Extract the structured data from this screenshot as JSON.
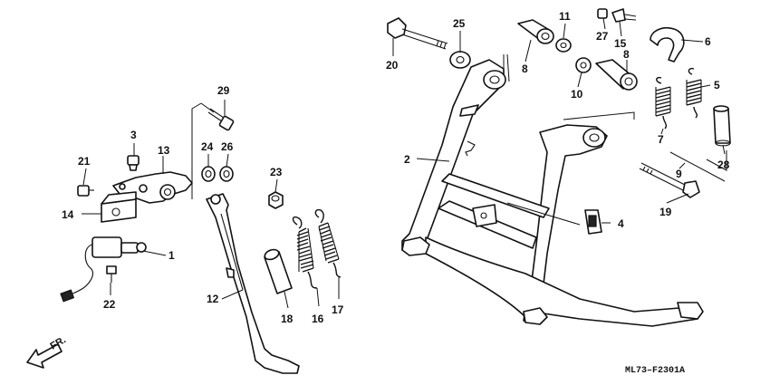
{
  "diagram": {
    "part_number": "ML73–F2301A",
    "direction_label": "FR.",
    "callouts": [
      "1",
      "2",
      "3",
      "4",
      "5",
      "6",
      "7",
      "8",
      "8",
      "9",
      "10",
      "11",
      "12",
      "13",
      "14",
      "15",
      "16",
      "17",
      "18",
      "19",
      "20",
      "21",
      "22",
      "23",
      "24",
      "25",
      "26",
      "27",
      "28",
      "29"
    ]
  }
}
